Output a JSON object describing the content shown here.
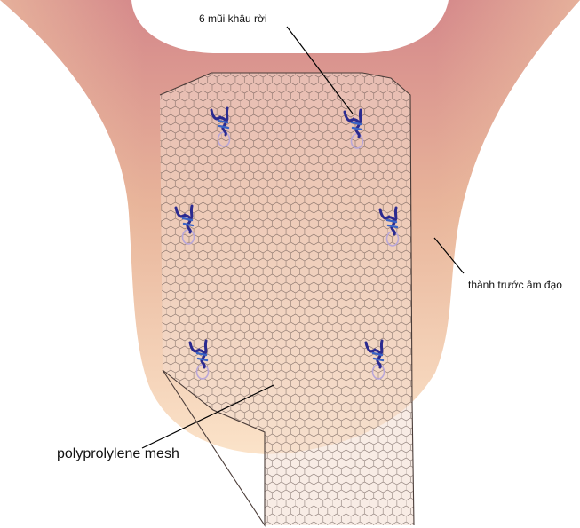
{
  "labels": {
    "sutures": "6 mũi khâu rời",
    "vaginal_wall": "thành trước âm đạo",
    "mesh": "polyprolylene mesh"
  },
  "icons": {
    "suture": "suture-stitch-icon"
  },
  "colors": {
    "tissue_top": "#d4878a",
    "tissue_mid": "#e8b49a",
    "tissue_bottom": "#fbe3c9",
    "mesh_fill": "#f3dccf",
    "mesh_line": "#5a4a46",
    "suture_dark": "#2b2a8f",
    "suture_mid": "#3a63c4",
    "suture_loop": "#b9a7d8",
    "leader": "#000000"
  },
  "sutures": [
    {
      "id": "top-left"
    },
    {
      "id": "top-right"
    },
    {
      "id": "middle-left"
    },
    {
      "id": "middle-right"
    },
    {
      "id": "bottom-left"
    },
    {
      "id": "bottom-right"
    }
  ]
}
